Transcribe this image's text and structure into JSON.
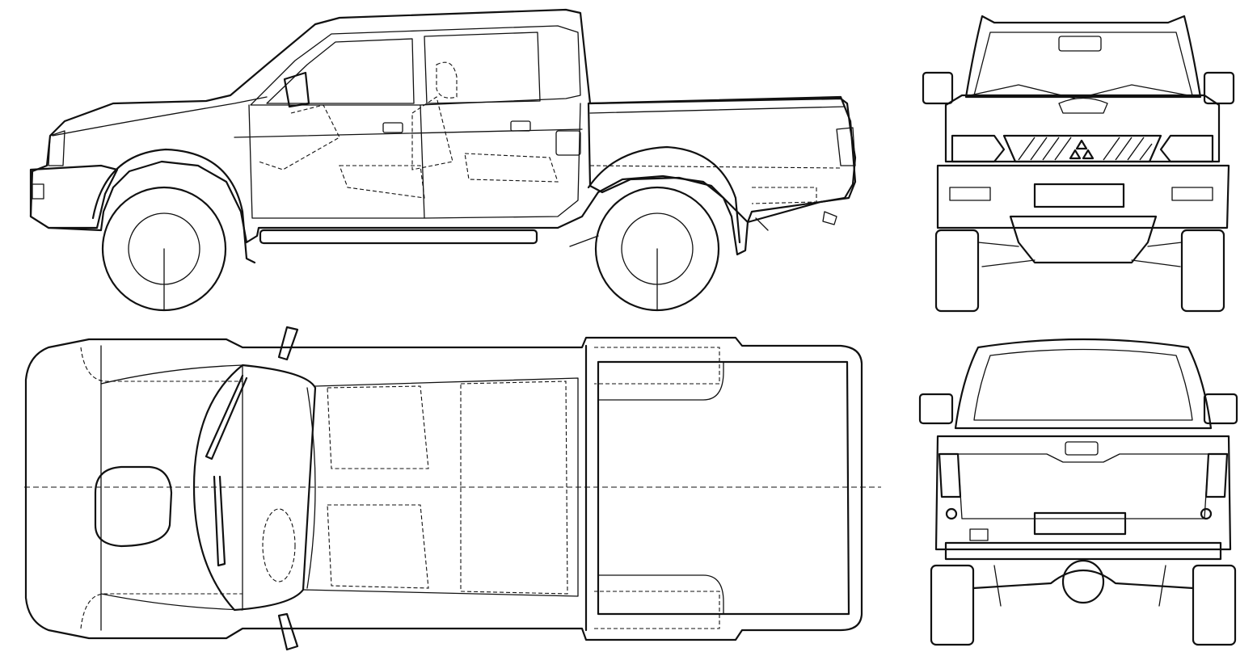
{
  "views": [
    "side-view",
    "front-view",
    "top-view",
    "rear-view"
  ],
  "colors": {
    "line": "#111111",
    "background": "#ffffff"
  }
}
